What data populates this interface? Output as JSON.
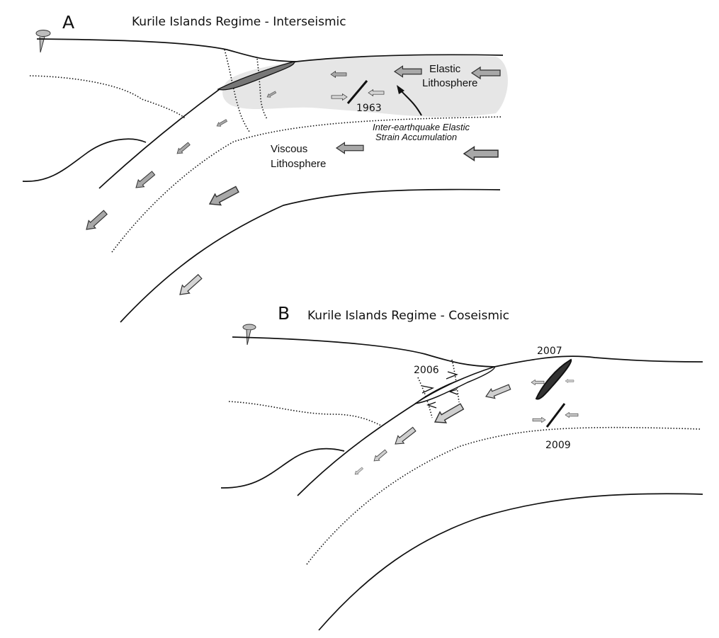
{
  "panels": [
    {
      "letter": "A",
      "title": "Kurile Islands Regime - Interseismic",
      "labels": {
        "elastic_1": "Elastic",
        "elastic_2": "Lithosphere",
        "viscous_1": "Viscous",
        "viscous_2": "Lithosphere",
        "annotation_1": "Inter-earthquake Elastic",
        "annotation_2": "Strain Accumulation"
      },
      "events": [
        {
          "year": "1963"
        }
      ],
      "colors": {
        "elastic_zone": "#e6e6e6",
        "arrow_dark": "#a8a8a8",
        "arrow_light": "#d0d0d0"
      }
    },
    {
      "letter": "B",
      "title": "Kurile Islands Regime - Coseismic",
      "events": [
        {
          "year": "2006"
        },
        {
          "year": "2007"
        },
        {
          "year": "2009"
        }
      ],
      "colors": {
        "arrow_light": "#cfcfcf"
      }
    }
  ]
}
